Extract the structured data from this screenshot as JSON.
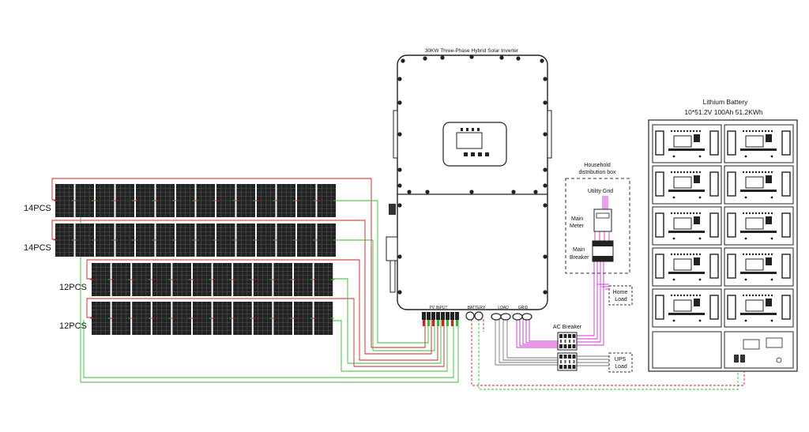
{
  "inverter": {
    "title": "30KW Three-Phase Hybrid Solar Inverter",
    "port_labels": {
      "pv": "PV INPUT",
      "battery": "BATTERY",
      "load": "LOAD",
      "grid": "GRID"
    }
  },
  "pv_strings": [
    {
      "label": "14PCS",
      "panels": 14
    },
    {
      "label": "14PCS",
      "panels": 14
    },
    {
      "label": "12PCS",
      "panels": 12
    },
    {
      "label": "12PCS",
      "panels": 12
    }
  ],
  "distribution_box": {
    "title_line1": "Household",
    "title_line2": "distribution box",
    "utility_grid": "Utility Grid",
    "meter_line1": "Main",
    "meter_line2": "Meter",
    "breaker_line1": "Main",
    "breaker_line2": "Breaker"
  },
  "home_load": {
    "line1": "Home",
    "line2": "Load"
  },
  "ups_load": {
    "line1": "UPS",
    "line2": "Load"
  },
  "ac_breaker": "AC Breaker",
  "battery": {
    "title": "Lithium Battery",
    "spec": "10*51.2V 100Ah 51.2KWh",
    "modules": 10
  },
  "colors": {
    "dc_positive": "#cc2222",
    "dc_negative": "#33bb33",
    "ac_grid": "#cc33cc",
    "ac_load": "#777777",
    "outline": "#222222"
  }
}
